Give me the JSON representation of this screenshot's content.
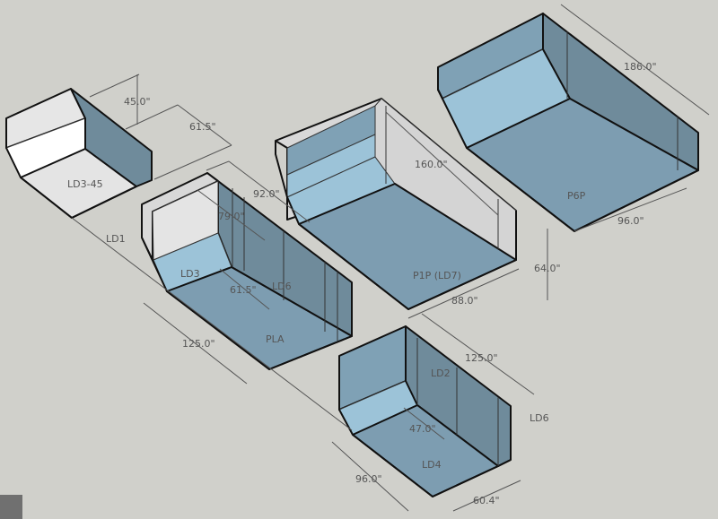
{
  "containers": {
    "ld3_45": "LD3-45",
    "ld1": "LD1",
    "ld3": "LD3",
    "ld6_left": "LD6",
    "pla": "PLA",
    "p1p": "P1P (LD7)",
    "p6p": "P6P",
    "ld2": "LD2",
    "ld6_right": "LD6",
    "ld4": "LD4"
  },
  "dimensions": {
    "d45": "45.0\"",
    "d61_5_top": "61.5\"",
    "d92": "92.0\"",
    "d79": "79.0\"",
    "d61_5_mid": "61.5\"",
    "d125_left": "125.0\"",
    "d160": "160.0\"",
    "d186": "186.0\"",
    "d96_p6p": "96.0\"",
    "d64": "64.0\"",
    "d88": "88.0\"",
    "d125_right": "125.0\"",
    "d47": "47.0\"",
    "d96_ld4": "96.0\"",
    "d60_4": "60.4\""
  },
  "colors": {
    "background": "#d0d0cb",
    "floor_blue": "#7d9db1",
    "wall_dark": "#6e8b9b",
    "light_blue": "#9cc3d8",
    "light_grey": "#e4e4e4"
  }
}
